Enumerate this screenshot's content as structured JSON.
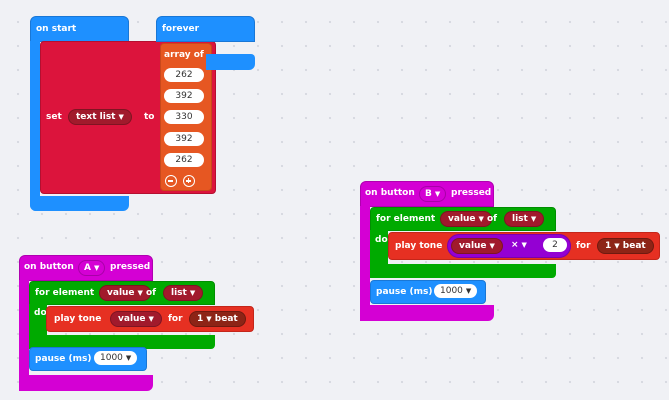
{
  "on_start": {
    "hat_label": "on start",
    "set_label": "set",
    "variable": "text list",
    "to_label": "to",
    "array_label": "array of",
    "items": [
      "262",
      "392",
      "330",
      "392",
      "262"
    ],
    "remove_icon": "minus-icon",
    "add_icon": "plus-icon"
  },
  "forever": {
    "hat_label": "forever"
  },
  "button_a": {
    "hat_prefix": "on button",
    "button": "A",
    "hat_suffix": "pressed",
    "for_label": "for element",
    "element_var": "value",
    "of_label": "of",
    "list_var": "list",
    "do_label": "do",
    "play_label": "play tone",
    "tone_value": "value",
    "for_beat_label": "for",
    "beat": "1",
    "beat_label": "beat",
    "pause_label": "pause (ms)",
    "pause_value": "1000"
  },
  "button_b": {
    "hat_prefix": "on button",
    "button": "B",
    "hat_suffix": "pressed",
    "for_label": "for element",
    "element_var": "value",
    "of_label": "of",
    "list_var": "list",
    "do_label": "do",
    "play_label": "play tone",
    "tone_value": "value",
    "operator": "×",
    "multiplier": "2",
    "for_beat_label": "for",
    "beat": "1",
    "beat_label": "beat",
    "pause_label": "pause (ms)",
    "pause_value": "1000"
  },
  "colors": {
    "events_blue": "#1e90ff",
    "variables_red": "#dc143c",
    "arrays_orange": "#e65722",
    "input_magenta": "#d400d4",
    "loops_green": "#00aa00",
    "music_red": "#e63022",
    "math_purple": "#9400d3"
  }
}
